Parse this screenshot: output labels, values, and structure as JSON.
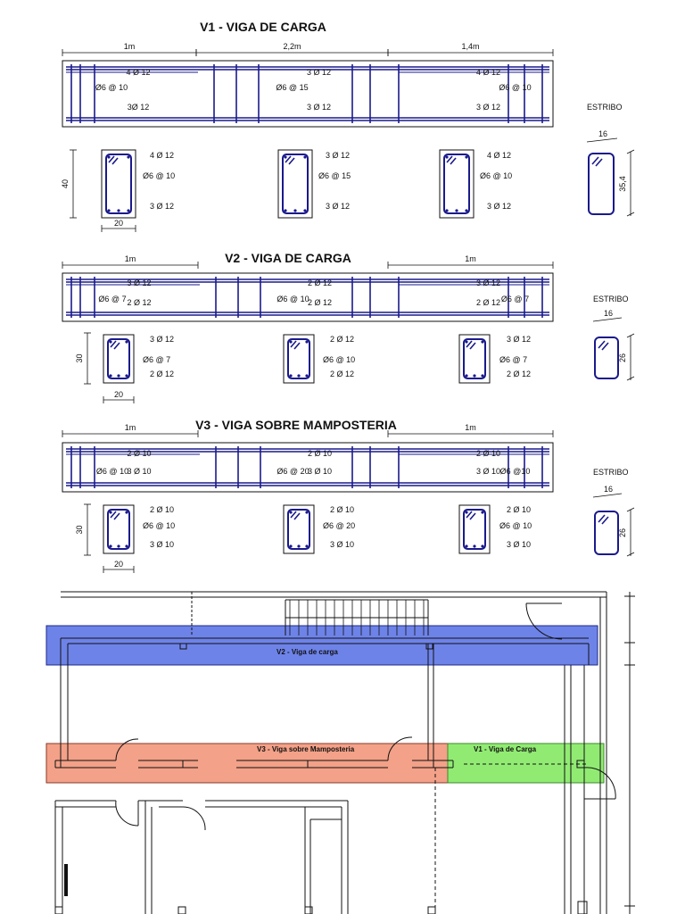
{
  "colors": {
    "rebar": "#1a1a8c",
    "outline": "#111111",
    "v2_band": "#3d5ae0",
    "v3_band": "#f08a6a",
    "v1_band": "#7ee85a"
  },
  "beams": [
    {
      "id": "v1",
      "title": "V1 - VIGA DE CARGA",
      "spans": [
        {
          "length": "1m",
          "top": "4 Ø 12",
          "stirrup": "Ø6 @ 10",
          "bottom": "3Ø 12"
        },
        {
          "length": "2,2m",
          "top": "3 Ø 12",
          "stirrup": "Ø6 @ 15",
          "bottom": "3 Ø 12"
        },
        {
          "length": "1,4m",
          "top": "4 Ø 12",
          "stirrup": "Ø6 @ 10",
          "bottom": "3 Ø 12"
        }
      ],
      "sections": [
        {
          "top": "4 Ø 12",
          "stirrup": "Ø6 @ 10",
          "bottom": "3 Ø 12"
        },
        {
          "top": "3 Ø 12",
          "stirrup": "Ø6 @ 15",
          "bottom": "3 Ø 12"
        },
        {
          "top": "4 Ø 12",
          "stirrup": "Ø6 @ 10",
          "bottom": "3 Ø 12"
        }
      ],
      "section_height": "40",
      "section_width": "20",
      "estribo": {
        "label": "ESTRIBO",
        "width": "16",
        "height": "35,4"
      }
    },
    {
      "id": "v2",
      "title": "V2 - VIGA DE CARGA",
      "spans": [
        {
          "length": "1m",
          "top": "3 Ø 12",
          "stirrup": "Ø6 @ 7",
          "bottom": "2 Ø 12"
        },
        {
          "length": "",
          "top": "2 Ø 12",
          "stirrup": "Ø6 @ 10",
          "bottom": "2 Ø 12"
        },
        {
          "length": "1m",
          "top": "3 Ø 12",
          "stirrup": "Ø6 @ 7",
          "bottom": "2 Ø 12"
        }
      ],
      "sections": [
        {
          "top": "3 Ø 12",
          "stirrup": "Ø6 @ 7",
          "bottom": "2 Ø 12"
        },
        {
          "top": "2 Ø 12",
          "stirrup": "Ø6 @ 10",
          "bottom": "2 Ø 12"
        },
        {
          "top": "3 Ø 12",
          "stirrup": "Ø6 @ 7",
          "bottom": "2 Ø 12"
        }
      ],
      "section_height": "30",
      "section_width": "20",
      "estribo": {
        "label": "ESTRIBO",
        "width": "16",
        "height": "26"
      }
    },
    {
      "id": "v3",
      "title": "V3 - VIGA SOBRE MAMPOSTERIA",
      "spans": [
        {
          "length": "1m",
          "top": "2 Ø 10",
          "stirrup": "Ø6 @ 10",
          "bottom": "3 Ø 10"
        },
        {
          "length": "",
          "top": "2 Ø 10",
          "stirrup": "Ø6 @ 20",
          "bottom": "3 Ø 10"
        },
        {
          "length": "1m",
          "top": "2 Ø 10",
          "stirrup": "Ø6 @10",
          "bottom": "3 Ø 10"
        }
      ],
      "sections": [
        {
          "top": "2 Ø 10",
          "stirrup": "Ø6 @ 10",
          "bottom": "3 Ø 10"
        },
        {
          "top": "2 Ø 10",
          "stirrup": "Ø6 @ 20",
          "bottom": "3 Ø 10"
        },
        {
          "top": "2 Ø 10",
          "stirrup": "Ø6 @ 10",
          "bottom": "3 Ø 10"
        }
      ],
      "section_height": "30",
      "section_width": "20",
      "estribo": {
        "label": "ESTRIBO",
        "width": "16",
        "height": "26"
      }
    }
  ],
  "plan": {
    "bands": {
      "v2": "V2 - Viga de carga",
      "v3": "V3 - Viga sobre Mamposteria",
      "v1": "V1 - Viga de Carga"
    }
  }
}
